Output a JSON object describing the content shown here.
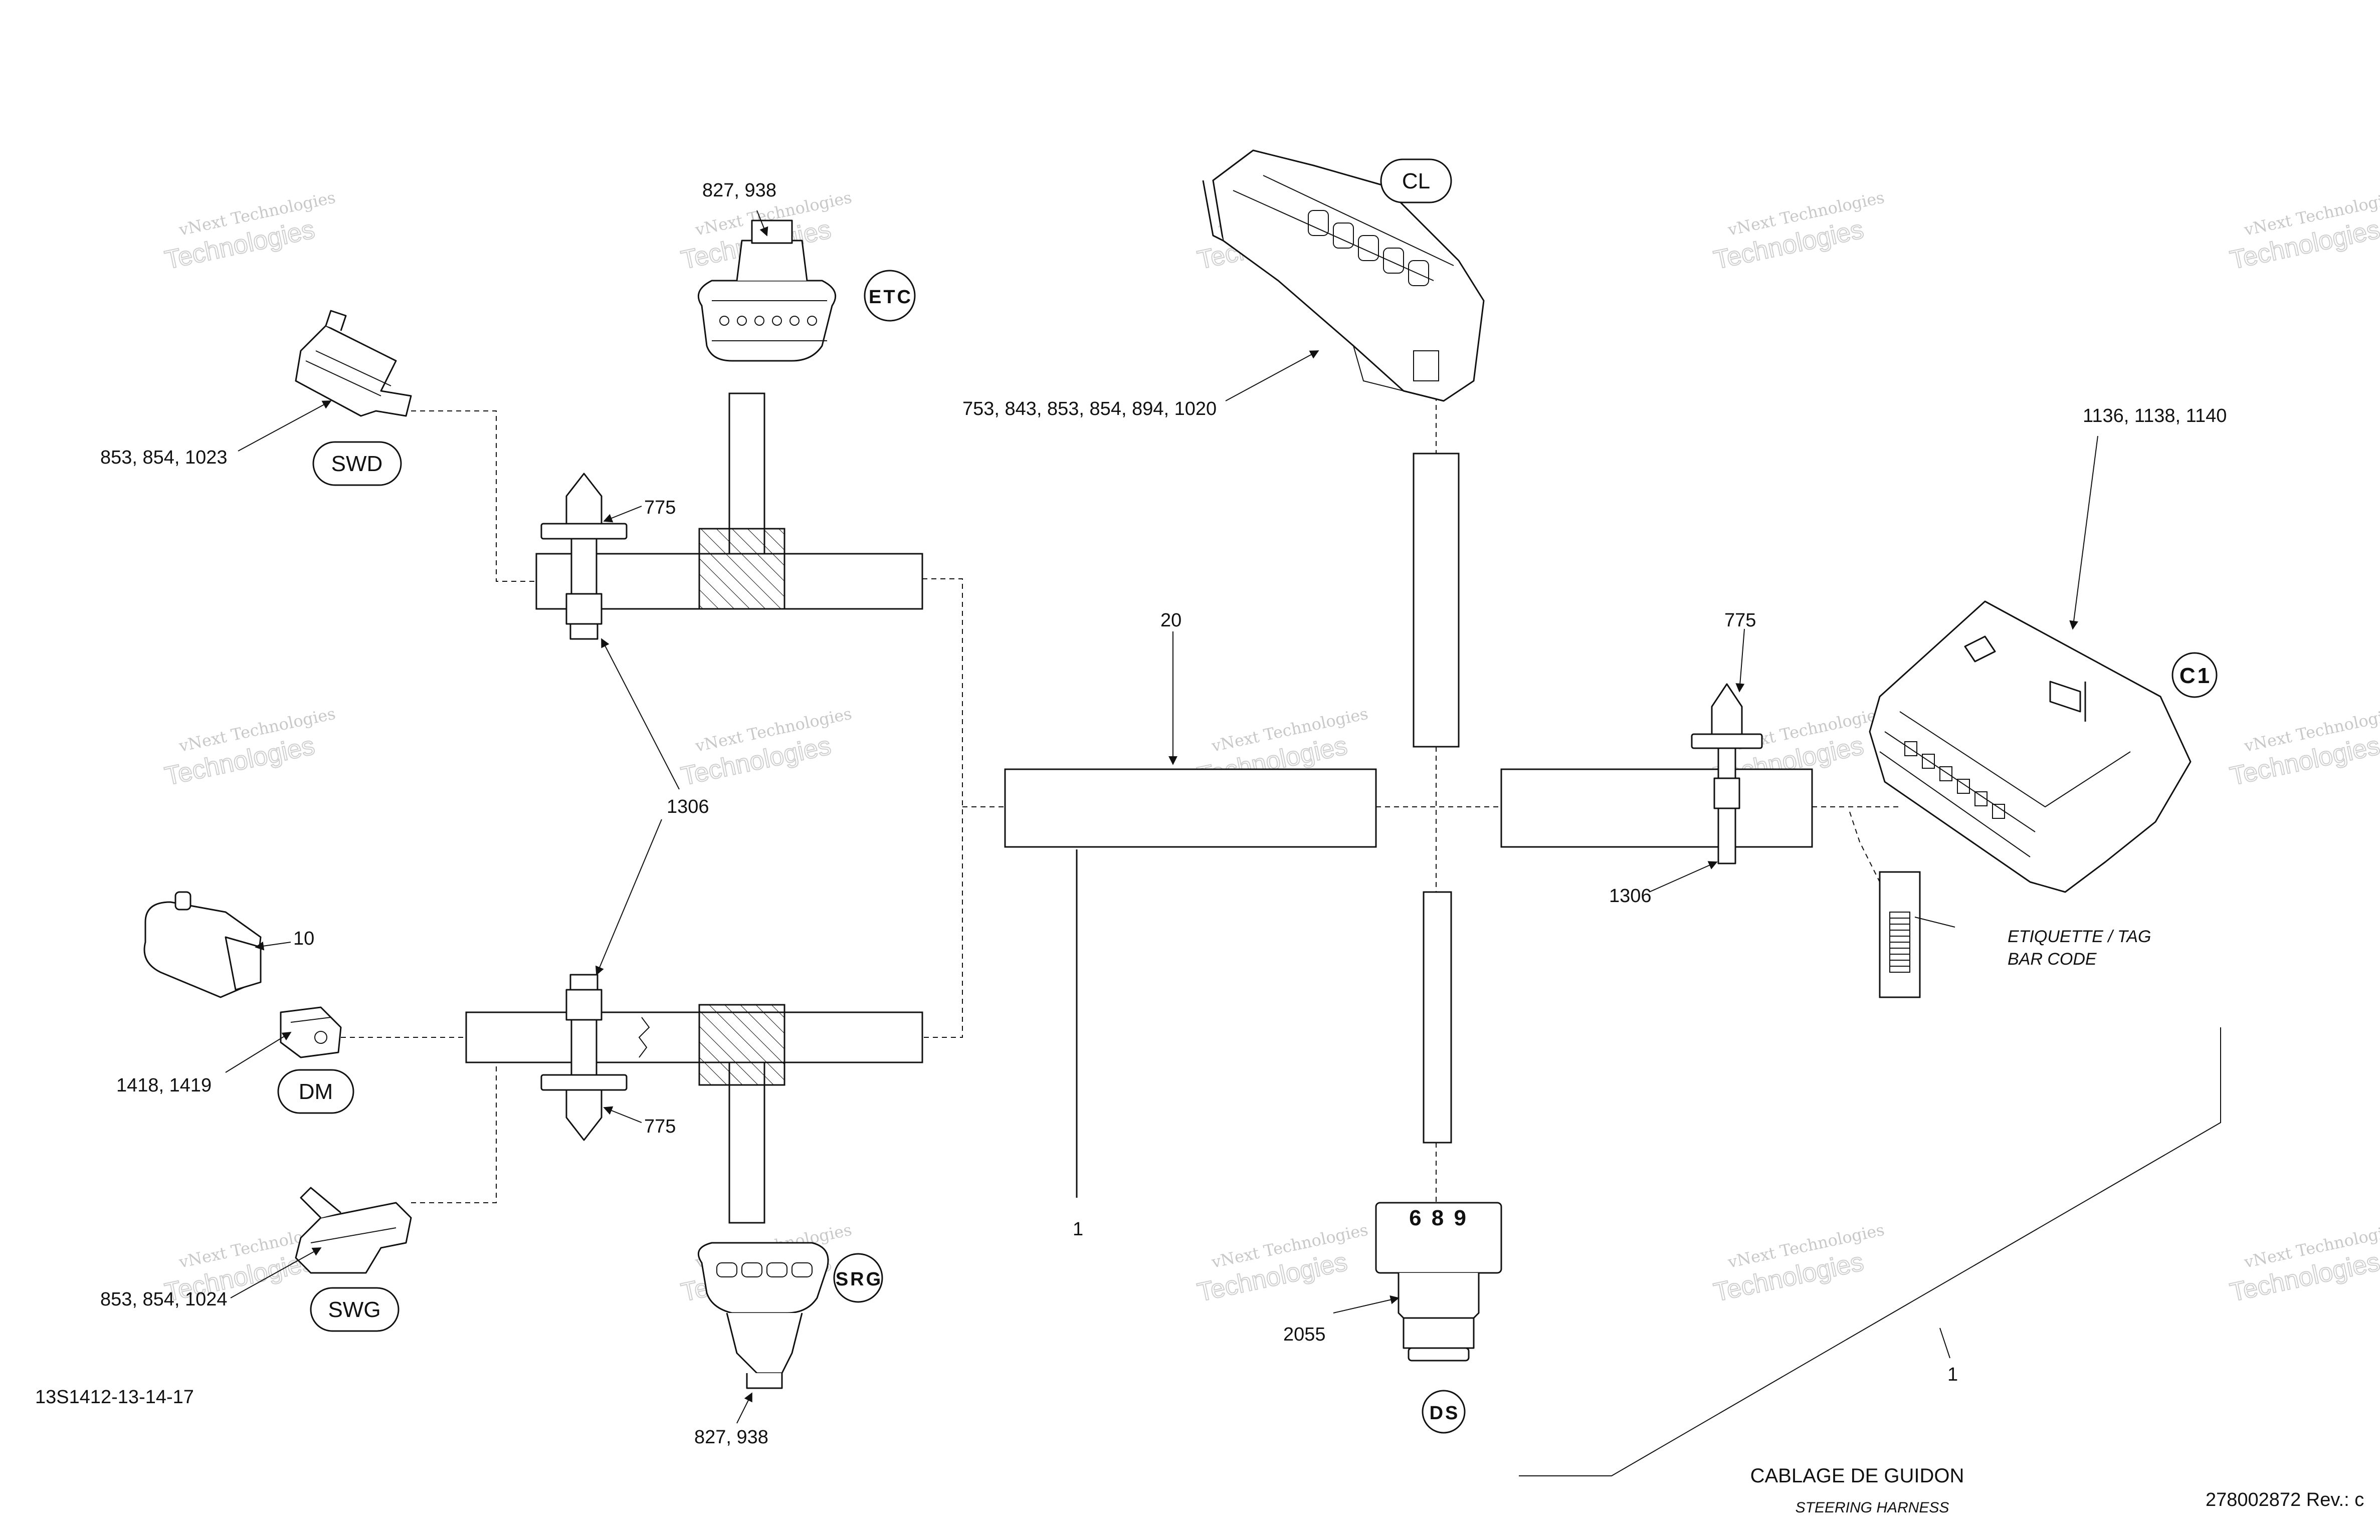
{
  "document": {
    "drawing_id": "13S1412-13-14-17",
    "part_number": "278002872 Rev.: c",
    "title_fr": "CABLAGE DE GUIDON",
    "title_en": "STEERING HARNESS"
  },
  "watermark": {
    "line1": "vNext Technologies",
    "line2": "Technologies"
  },
  "connectors": {
    "cl": "CL",
    "etc": "ETC",
    "swd": "SWD",
    "dm": "DM",
    "swg": "SWG",
    "srg": "SRG",
    "ds": "DS",
    "c1": "C1"
  },
  "callouts": {
    "etc_parts": "827, 938",
    "swd_parts": "853, 854, 1023",
    "cl_parts": "753, 843, 853, 854, 894, 1020",
    "c1_parts": "1136, 1138, 1140",
    "clip_top": "775",
    "clip_bottom": "775",
    "clip_right": "775",
    "tie_left": "1306",
    "tie_right": "1306",
    "harness_ref": "20",
    "dm_part": "10",
    "dm_mating": "1418, 1419",
    "swg_parts": "853, 854, 1024",
    "srg_parts": "827, 938",
    "ds_part": "2055",
    "ds_label": "6 8 9",
    "wire_left": "1",
    "wire_right": "1"
  },
  "barcode": {
    "label_fr": "ETIQUETTE / TAG",
    "label_en": "BAR CODE"
  }
}
